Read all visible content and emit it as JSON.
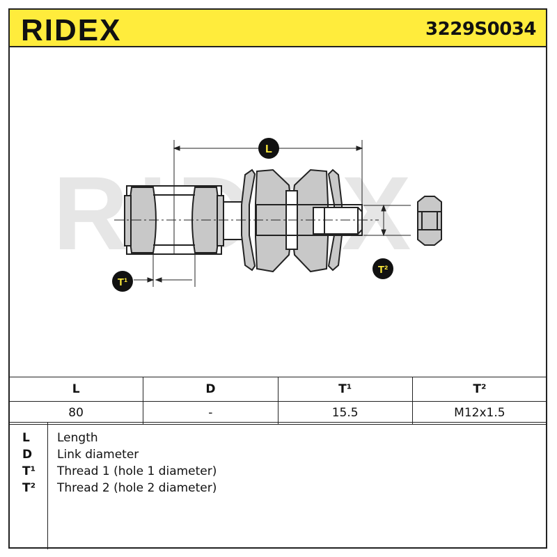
{
  "header": {
    "brand": "RIDEX",
    "part_number": "3229S0034"
  },
  "drawing": {
    "watermark": "RIDEX",
    "callouts": {
      "length": "L",
      "thread1": "T¹",
      "thread2": "T²"
    }
  },
  "specs": {
    "columns": [
      "L",
      "D",
      "T¹",
      "T²"
    ],
    "values": [
      "80",
      "-",
      "15.5",
      "M12x1.5"
    ]
  },
  "legend": [
    {
      "key": "L",
      "desc": "Length"
    },
    {
      "key": "D",
      "desc": "Link diameter"
    },
    {
      "key": "T¹",
      "desc": "Thread 1 (hole 1 diameter)"
    },
    {
      "key": "T²",
      "desc": "Thread 2 (hole 2 diameter)"
    }
  ],
  "colors": {
    "header_bg": "#ffec3c",
    "line": "#222222",
    "part_fill": "#c8c8c8",
    "watermark": "#e6e6e6"
  }
}
